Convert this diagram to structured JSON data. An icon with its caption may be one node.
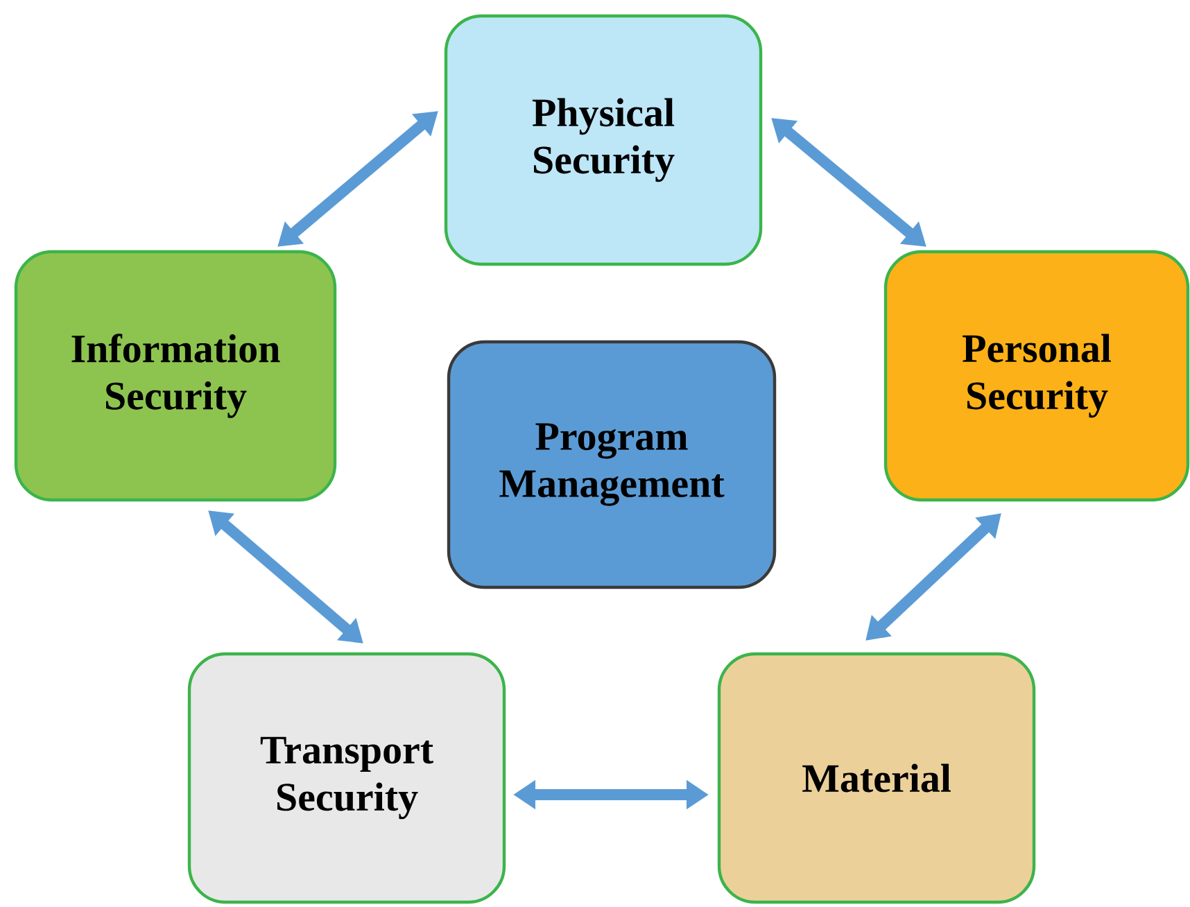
{
  "diagram": {
    "nodes": [
      {
        "text": [
          "Physical Security"
        ]
      },
      {
        "text": [
          "Personal Security"
        ]
      },
      {
        "text": [
          "Material"
        ]
      },
      {
        "text": [
          "Transport Security"
        ]
      },
      {
        "text": [
          "Information Security"
        ]
      },
      {
        "text": [
          "Program Management"
        ]
      }
    ],
    "edges": [
      {
        "from": 4,
        "to": 0,
        "arrow": "both"
      },
      {
        "from": 0,
        "to": 1,
        "arrow": "both"
      },
      {
        "from": 1,
        "to": 2,
        "arrow": "both"
      },
      {
        "from": 3,
        "to": 2,
        "arrow": "both"
      },
      {
        "from": 4,
        "to": 3,
        "arrow": "both"
      }
    ]
  }
}
